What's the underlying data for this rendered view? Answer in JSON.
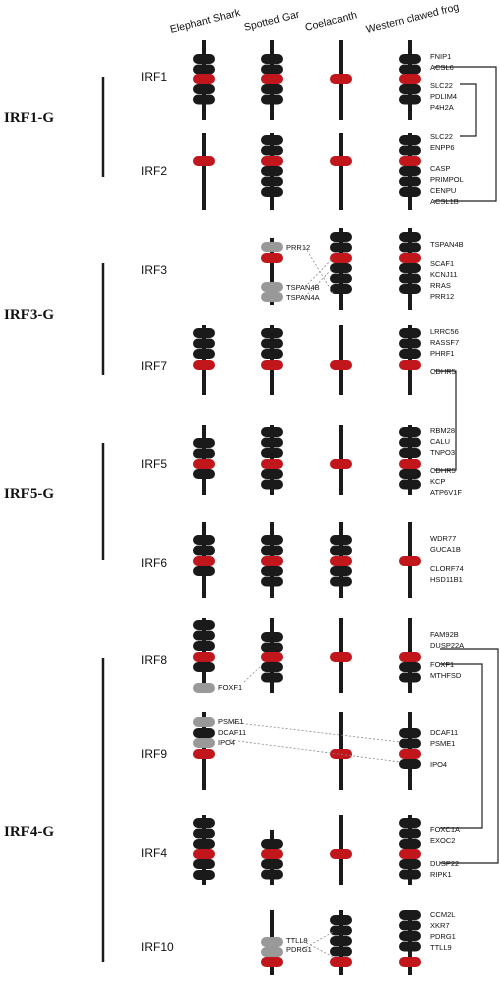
{
  "species": [
    "Elephant Shark",
    "Spotted Gar",
    "Coelacanth",
    "Western clawed frog"
  ],
  "groups": [
    {
      "label": "IRF1-G"
    },
    {
      "label": "IRF3-G"
    },
    {
      "label": "IRF5-G"
    },
    {
      "label": "IRF4-G"
    }
  ],
  "colors": {
    "black": "#1a1a1a",
    "red": "#c0161c",
    "gray": "#999999",
    "bracket": "#222222",
    "dotted": "#888888"
  },
  "rows": [
    {
      "label": "IRF1",
      "genes": [
        "FNIP1",
        "ACSL6",
        "SLC22",
        "PDLIM4",
        "P4H2A",
        "SLC22",
        "ENPP6"
      ]
    },
    {
      "label": "IRF2",
      "genes": [
        "CASP",
        "PRIMPOL",
        "CENPU",
        "ACSL1B"
      ]
    },
    {
      "label": "IRF3",
      "genes": [
        "PRR12",
        "TSPAN4B",
        "TSPAN4A",
        "TSPAN4B",
        "SCAF1",
        "KCNJ11",
        "RRAS",
        "PRR12"
      ]
    },
    {
      "label": "IRF7",
      "genes": [
        "LRRC56",
        "RASSF7",
        "PHRF1",
        "CDHR5"
      ]
    },
    {
      "label": "IRF5",
      "genes": [
        "RBM28",
        "CALU",
        "TNPO3",
        "CDHR5",
        "KCP",
        "ATP6V1F"
      ]
    },
    {
      "label": "IRF6",
      "genes": [
        "WDR77",
        "GUCA1B",
        "CLORF74",
        "HSD11B1"
      ]
    },
    {
      "label": "IRF8",
      "genes": [
        "FOXF1",
        "FAM92B",
        "DUSP22A",
        "FOXF1",
        "MTHFSD"
      ]
    },
    {
      "label": "IRF9",
      "genes": [
        "PSME1",
        "DCAF11",
        "IPO4",
        "DCAF11",
        "PSME1",
        "IPO4"
      ]
    },
    {
      "label": "IRF4",
      "genes": [
        "FOXC1A",
        "EXOC2",
        "DUSP22",
        "RIPK1"
      ]
    },
    {
      "label": "IRF10",
      "genes": [
        "TTLL9",
        "PDRG1",
        "CCM2L",
        "XKR7",
        "PDRG1",
        "TTLL9"
      ]
    }
  ]
}
